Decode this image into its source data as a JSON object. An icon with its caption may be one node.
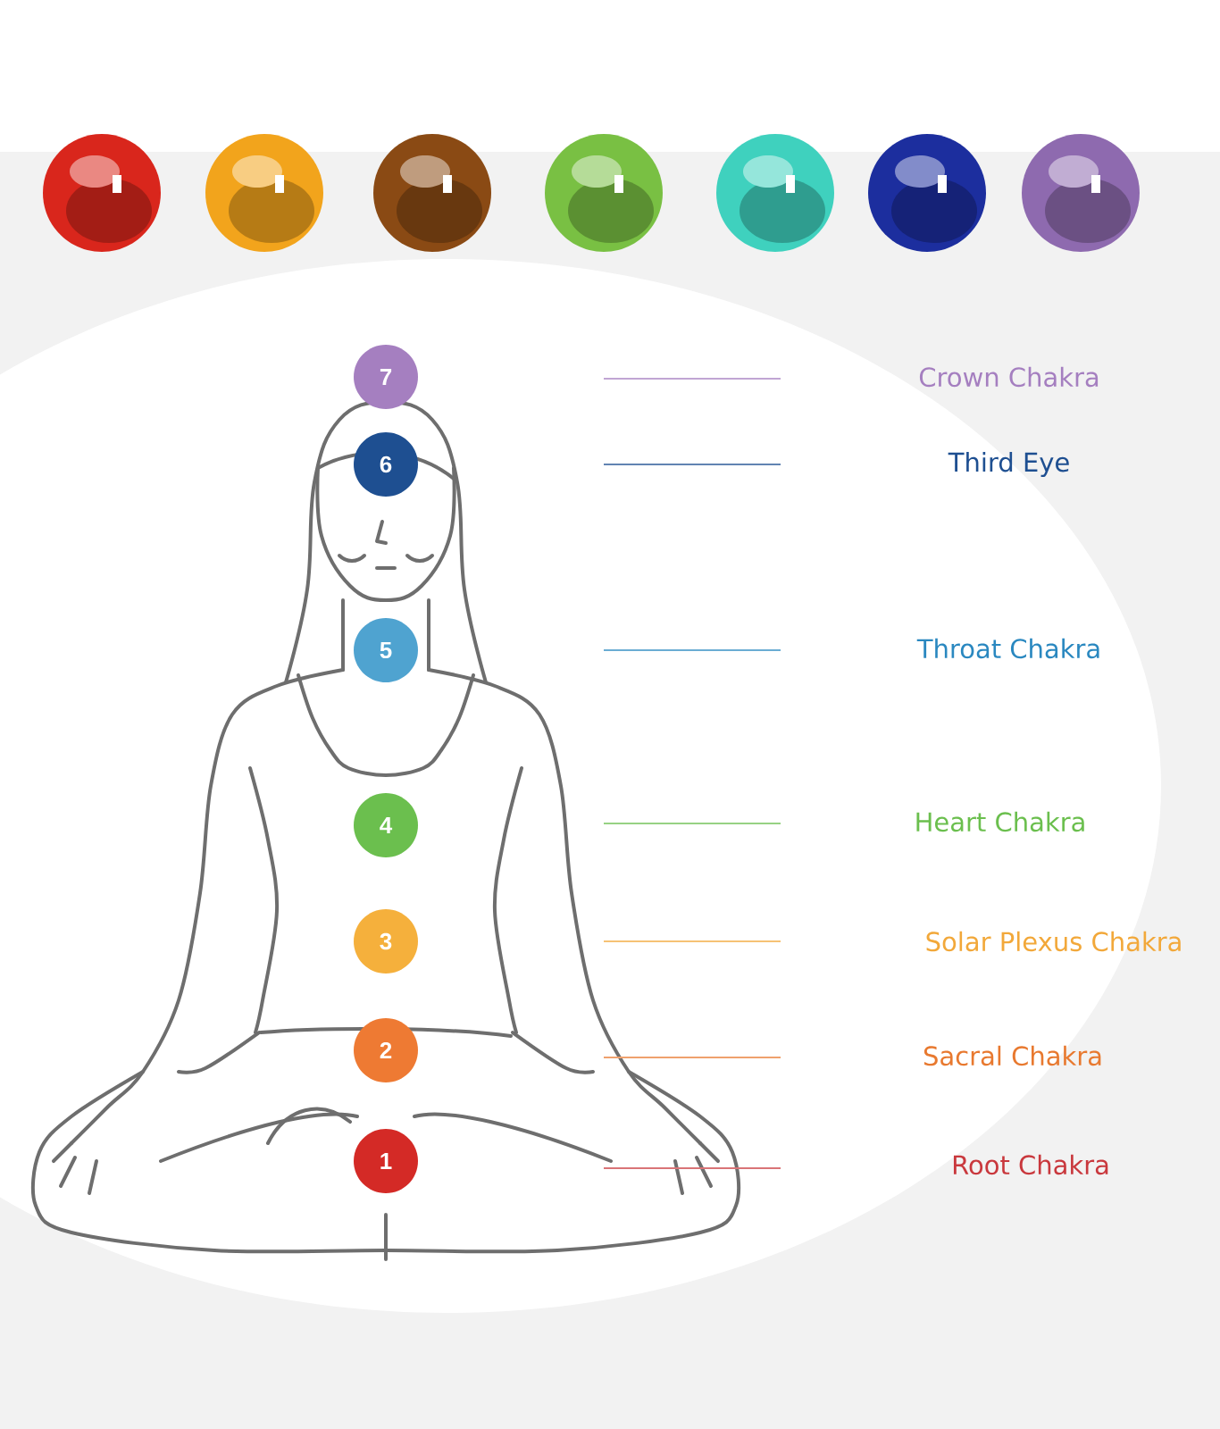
{
  "diagram": {
    "nodes": [
      {
        "text": [
          "7"
        ]
      },
      {
        "text": [
          "6"
        ]
      },
      {
        "text": [
          "5"
        ]
      },
      {
        "text": [
          "4"
        ]
      },
      {
        "text": [
          "3"
        ]
      },
      {
        "text": [
          "2"
        ]
      },
      {
        "text": [
          "1"
        ]
      }
    ],
    "labels": [
      "Crown Chakra",
      "Third Eye",
      "Throat Chakra",
      "Heart Chakra",
      "Solar Plexus Chakra",
      "Sacral Chakra",
      "Root Chakra"
    ]
  }
}
